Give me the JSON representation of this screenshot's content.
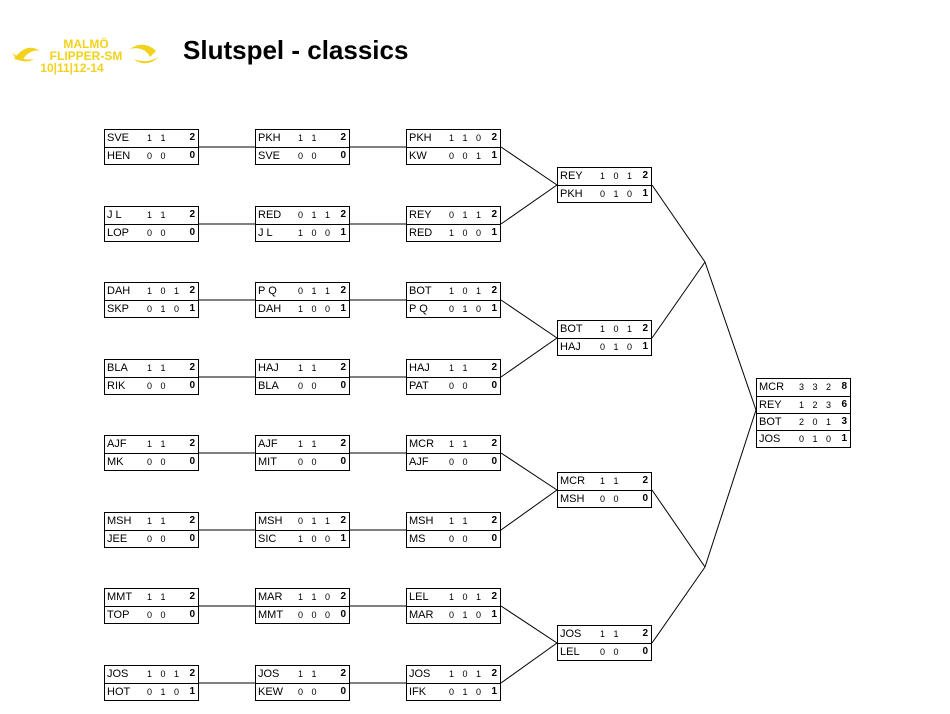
{
  "page": {
    "title": "Slutspel - classics",
    "logo_text": [
      "MALMÖ",
      "FLIPPER-SM",
      "10|11|12-14"
    ],
    "logo_color": "#f2d21c"
  },
  "rounds": [
    {
      "name": "round-1",
      "matches": [
        [
          {
            "name": "SVE",
            "games": "1 1",
            "total": "2"
          },
          {
            "name": "HEN",
            "games": "0 0",
            "total": "0"
          }
        ],
        [
          {
            "name": "J L",
            "games": "1 1",
            "total": "2"
          },
          {
            "name": "LOP",
            "games": "0 0",
            "total": "0"
          }
        ],
        [
          {
            "name": "DAH",
            "games": "1 0 1",
            "total": "2"
          },
          {
            "name": "SKP",
            "games": "0 1 0",
            "total": "1"
          }
        ],
        [
          {
            "name": "BLA",
            "games": "1 1",
            "total": "2"
          },
          {
            "name": "RIK",
            "games": "0 0",
            "total": "0"
          }
        ],
        [
          {
            "name": "AJF",
            "games": "1 1",
            "total": "2"
          },
          {
            "name": "MK",
            "games": "0 0",
            "total": "0"
          }
        ],
        [
          {
            "name": "MSH",
            "games": "1 1",
            "total": "2"
          },
          {
            "name": "JEE",
            "games": "0 0",
            "total": "0"
          }
        ],
        [
          {
            "name": "MMT",
            "games": "1 1",
            "total": "2"
          },
          {
            "name": "TOP",
            "games": "0 0",
            "total": "0"
          }
        ],
        [
          {
            "name": "JOS",
            "games": "1 0 1",
            "total": "2"
          },
          {
            "name": "HOT",
            "games": "0 1 0",
            "total": "1"
          }
        ]
      ]
    },
    {
      "name": "round-2",
      "matches": [
        [
          {
            "name": "PKH",
            "games": "1 1",
            "total": "2"
          },
          {
            "name": "SVE",
            "games": "0 0",
            "total": "0"
          }
        ],
        [
          {
            "name": "RED",
            "games": "0 1 1",
            "total": "2"
          },
          {
            "name": "J L",
            "games": "1 0 0",
            "total": "1"
          }
        ],
        [
          {
            "name": "P Q",
            "games": "0 1 1",
            "total": "2"
          },
          {
            "name": "DAH",
            "games": "1 0 0",
            "total": "1"
          }
        ],
        [
          {
            "name": "HAJ",
            "games": "1 1",
            "total": "2"
          },
          {
            "name": "BLA",
            "games": "0 0",
            "total": "0"
          }
        ],
        [
          {
            "name": "AJF",
            "games": "1 1",
            "total": "2"
          },
          {
            "name": "MIT",
            "games": "0 0",
            "total": "0"
          }
        ],
        [
          {
            "name": "MSH",
            "games": "0 1 1",
            "total": "2"
          },
          {
            "name": "SIC",
            "games": "1 0 0",
            "total": "1"
          }
        ],
        [
          {
            "name": "MAR",
            "games": "1 1 0",
            "total": "2"
          },
          {
            "name": "MMT",
            "games": "0 0 0",
            "total": "0"
          }
        ],
        [
          {
            "name": "JOS",
            "games": "1 1",
            "total": "2"
          },
          {
            "name": "KEW",
            "games": "0 0",
            "total": "0"
          }
        ]
      ]
    },
    {
      "name": "round-3",
      "matches": [
        [
          {
            "name": "PKH",
            "games": "1 1 0",
            "total": "2"
          },
          {
            "name": "KW",
            "games": "0 0 1",
            "total": "1"
          }
        ],
        [
          {
            "name": "REY",
            "games": "0 1 1",
            "total": "2"
          },
          {
            "name": "RED",
            "games": "1 0 0",
            "total": "1"
          }
        ],
        [
          {
            "name": "BOT",
            "games": "1 0 1",
            "total": "2"
          },
          {
            "name": "P Q",
            "games": "0 1 0",
            "total": "1"
          }
        ],
        [
          {
            "name": "HAJ",
            "games": "1 1",
            "total": "2"
          },
          {
            "name": "PAT",
            "games": "0 0",
            "total": "0"
          }
        ],
        [
          {
            "name": "MCR",
            "games": "1 1",
            "total": "2"
          },
          {
            "name": "AJF",
            "games": "0 0",
            "total": "0"
          }
        ],
        [
          {
            "name": "MSH",
            "games": "1 1",
            "total": "2"
          },
          {
            "name": "MS",
            "games": "0 0",
            "total": "0"
          }
        ],
        [
          {
            "name": "LEL",
            "games": "1 0 1",
            "total": "2"
          },
          {
            "name": "MAR",
            "games": "0 1 0",
            "total": "1"
          }
        ],
        [
          {
            "name": "JOS",
            "games": "1 0 1",
            "total": "2"
          },
          {
            "name": "IFK",
            "games": "0 1 0",
            "total": "1"
          }
        ]
      ]
    },
    {
      "name": "round-4",
      "matches": [
        [
          {
            "name": "REY",
            "games": "1 0 1",
            "total": "2"
          },
          {
            "name": "PKH",
            "games": "0 1 0",
            "total": "1"
          }
        ],
        [
          {
            "name": "BOT",
            "games": "1 0 1",
            "total": "2"
          },
          {
            "name": "HAJ",
            "games": "0 1 0",
            "total": "1"
          }
        ],
        [
          {
            "name": "MCR",
            "games": "1 1",
            "total": "2"
          },
          {
            "name": "MSH",
            "games": "0 0",
            "total": "0"
          }
        ],
        [
          {
            "name": "JOS",
            "games": "1 1",
            "total": "2"
          },
          {
            "name": "LEL",
            "games": "0 0",
            "total": "0"
          }
        ]
      ]
    }
  ],
  "final": [
    {
      "name": "MCR",
      "games": "3 3 2",
      "total": "8"
    },
    {
      "name": "REY",
      "games": "1 2 3",
      "total": "6"
    },
    {
      "name": "BOT",
      "games": "2 0 1",
      "total": "3"
    },
    {
      "name": "JOS",
      "games": "0 1 0",
      "total": "1"
    }
  ]
}
